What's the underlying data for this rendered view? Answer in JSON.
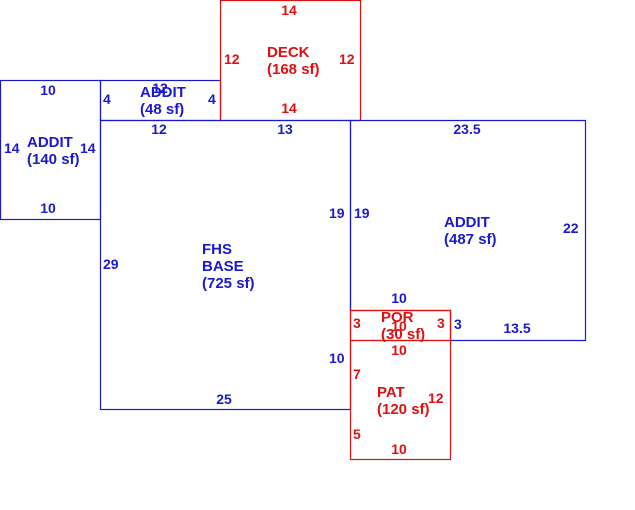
{
  "colors": {
    "blue": "#1a1acc",
    "red": "#dd1111",
    "background": "#ffffff"
  },
  "areas": {
    "addit_left": {
      "name": "ADDIT",
      "area": "(140 sf)",
      "color": "blue",
      "dims": {
        "top": "10",
        "bottom": "10",
        "left": "14",
        "right": "14"
      }
    },
    "addit_small": {
      "name": "ADDIT",
      "area": "(48 sf)",
      "color": "blue",
      "dims": {
        "top": "12",
        "bottom": "12",
        "left": "4",
        "right": "4"
      }
    },
    "deck": {
      "name": "DECK",
      "area": "(168 sf)",
      "color": "red",
      "dims": {
        "top": "14",
        "bottom": "14",
        "left": "12",
        "right": "12"
      }
    },
    "fhs_base": {
      "name_line1": "FHS",
      "name_line2": "BASE",
      "area": "(725 sf)",
      "color": "blue",
      "dims": {
        "top": "13",
        "bottom": "25",
        "left": "29",
        "right_upper": "19",
        "right_lower": "10"
      }
    },
    "addit_right": {
      "name": "ADDIT",
      "area": "(487 sf)",
      "color": "blue",
      "dims": {
        "top": "23.5",
        "left": "19",
        "right": "22",
        "bottom_left": "10",
        "bottom_right": "13.5",
        "step": "3"
      }
    },
    "por": {
      "name": "POR",
      "area": "(30 sf)",
      "color": "red",
      "dims": {
        "top": "10",
        "bottom": "10",
        "left": "3",
        "right": "3"
      }
    },
    "pat": {
      "name": "PAT",
      "area": "(120 sf)",
      "color": "red",
      "dims": {
        "top": "10",
        "bottom": "10",
        "left_upper": "7",
        "left_lower": "5",
        "right": "12"
      }
    }
  }
}
